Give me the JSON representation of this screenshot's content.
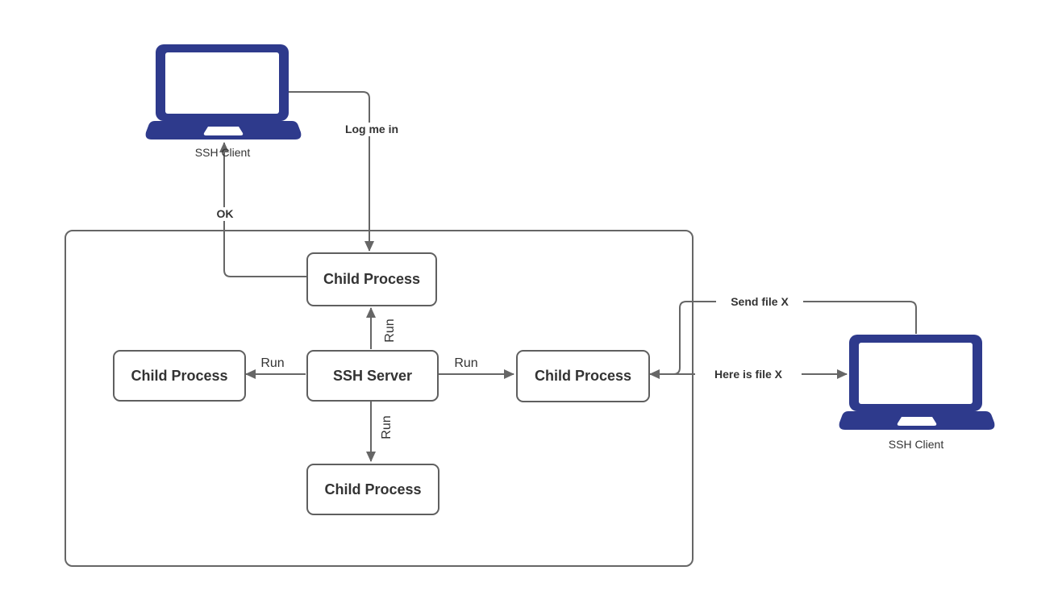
{
  "diagram": {
    "title_implicit": "SSH server and child processes",
    "server_box": {
      "label": "SSH Server"
    },
    "child_boxes": {
      "top": {
        "label": "Child Process"
      },
      "left": {
        "label": "Child Process"
      },
      "right": {
        "label": "Child Process"
      },
      "bottom": {
        "label": "Child Process"
      }
    },
    "clients": {
      "left": {
        "label": "SSH Client"
      },
      "right": {
        "label": "SSH Client"
      }
    },
    "edges": {
      "log_me_in": {
        "label": "Log me in"
      },
      "ok": {
        "label": "OK"
      },
      "run_up": {
        "label": "Run"
      },
      "run_left": {
        "label": "Run"
      },
      "run_right": {
        "label": "Run"
      },
      "run_down": {
        "label": "Run"
      },
      "send_file": {
        "label": "Send file X"
      },
      "here_file": {
        "label": "Here is file X"
      }
    },
    "colors": {
      "laptop": "#2e3a8c",
      "line": "#666666",
      "text": "#333333"
    }
  }
}
